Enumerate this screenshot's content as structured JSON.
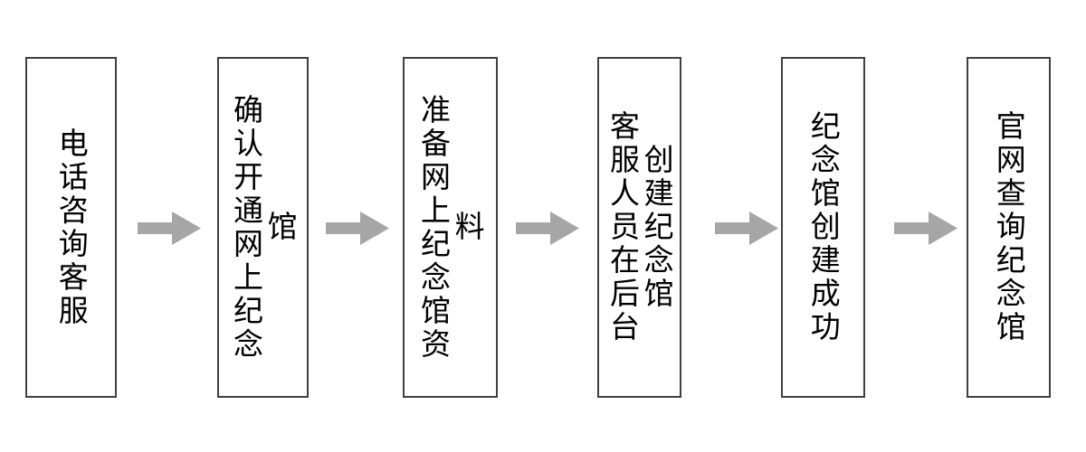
{
  "diagram": {
    "type": "linear-process-flow",
    "orientation": "horizontal",
    "text_direction": "vertical",
    "background_color": "#ffffff",
    "box_border_color": "#404040",
    "box_fill_color": "#ffffff",
    "arrow_color": "#a6a6a6",
    "text_color": "#000000",
    "steps": [
      {
        "index": 1,
        "label": "电话咨询客服",
        "columns": [
          "电话咨询客服"
        ]
      },
      {
        "index": 2,
        "label": "确认开通网上纪念馆",
        "columns": [
          "确认开通网上纪念馆"
        ]
      },
      {
        "index": 3,
        "label": "准备网上纪念馆资料",
        "columns": [
          "准备网上纪念馆资料"
        ]
      },
      {
        "index": 4,
        "label": "客服人员在后台创建纪念馆",
        "columns": [
          "客服人员在后台",
          "创建纪念馆"
        ]
      },
      {
        "index": 5,
        "label": "纪念馆创建成功",
        "columns": [
          "纪念馆创建成功"
        ]
      },
      {
        "index": 6,
        "label": "官网查询纪念馆",
        "columns": [
          "官网查询纪念馆"
        ]
      }
    ],
    "connectors": [
      {
        "index": 1,
        "from": 1,
        "to": 2,
        "icon": "arrow-right-icon"
      },
      {
        "index": 2,
        "from": 2,
        "to": 3,
        "icon": "arrow-right-icon"
      },
      {
        "index": 3,
        "from": 3,
        "to": 4,
        "icon": "arrow-right-icon"
      },
      {
        "index": 4,
        "from": 4,
        "to": 5,
        "icon": "arrow-right-icon"
      },
      {
        "index": 5,
        "from": 5,
        "to": 6,
        "icon": "arrow-right-icon"
      }
    ]
  }
}
